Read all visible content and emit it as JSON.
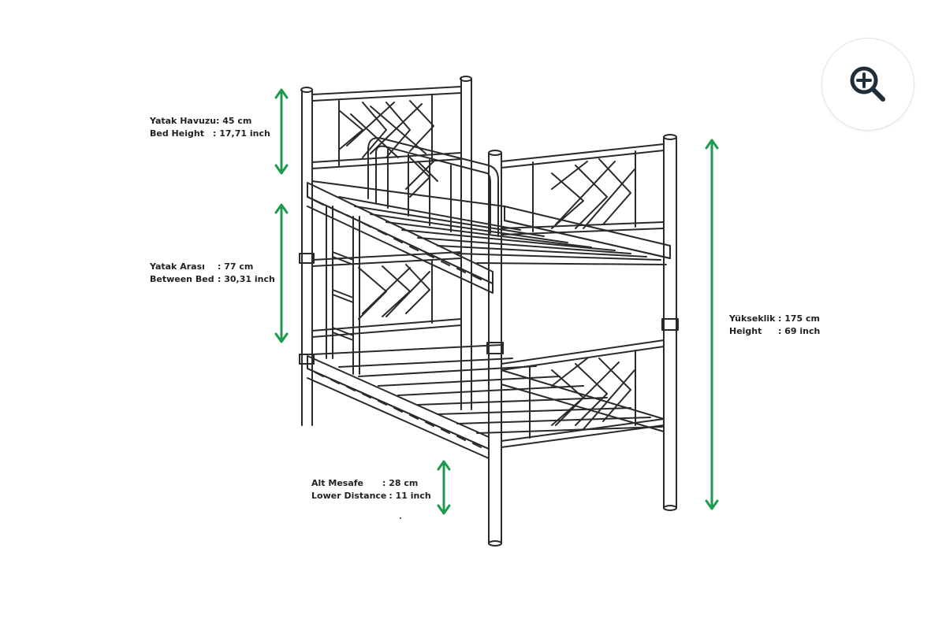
{
  "viewer": {
    "zoom_icon": "zoom-in-icon",
    "accent_color": "#1e9a4e",
    "line_color": "#2a2a2a"
  },
  "dimensions": {
    "bed_height": {
      "line1_key": "Yatak Havuzu",
      "line1_val": ": 45 cm",
      "line2_key": "Bed Height",
      "line2_val": ": 17,71 inch"
    },
    "between_bed": {
      "line1_key": "Yatak Arası",
      "line1_val": ": 77 cm",
      "line2_key": "Between Bed",
      "line2_val": ": 30,31 inch"
    },
    "lower_distance": {
      "line1_key": "Alt Mesafe",
      "line1_val": ": 28 cm",
      "line2_key": "Lower Distance",
      "line2_val": ": 11 inch"
    },
    "height": {
      "line1_key": "Yükseklik",
      "line1_val": ": 175 cm",
      "line2_key": "Height",
      "line2_val": ": 69 inch"
    }
  }
}
